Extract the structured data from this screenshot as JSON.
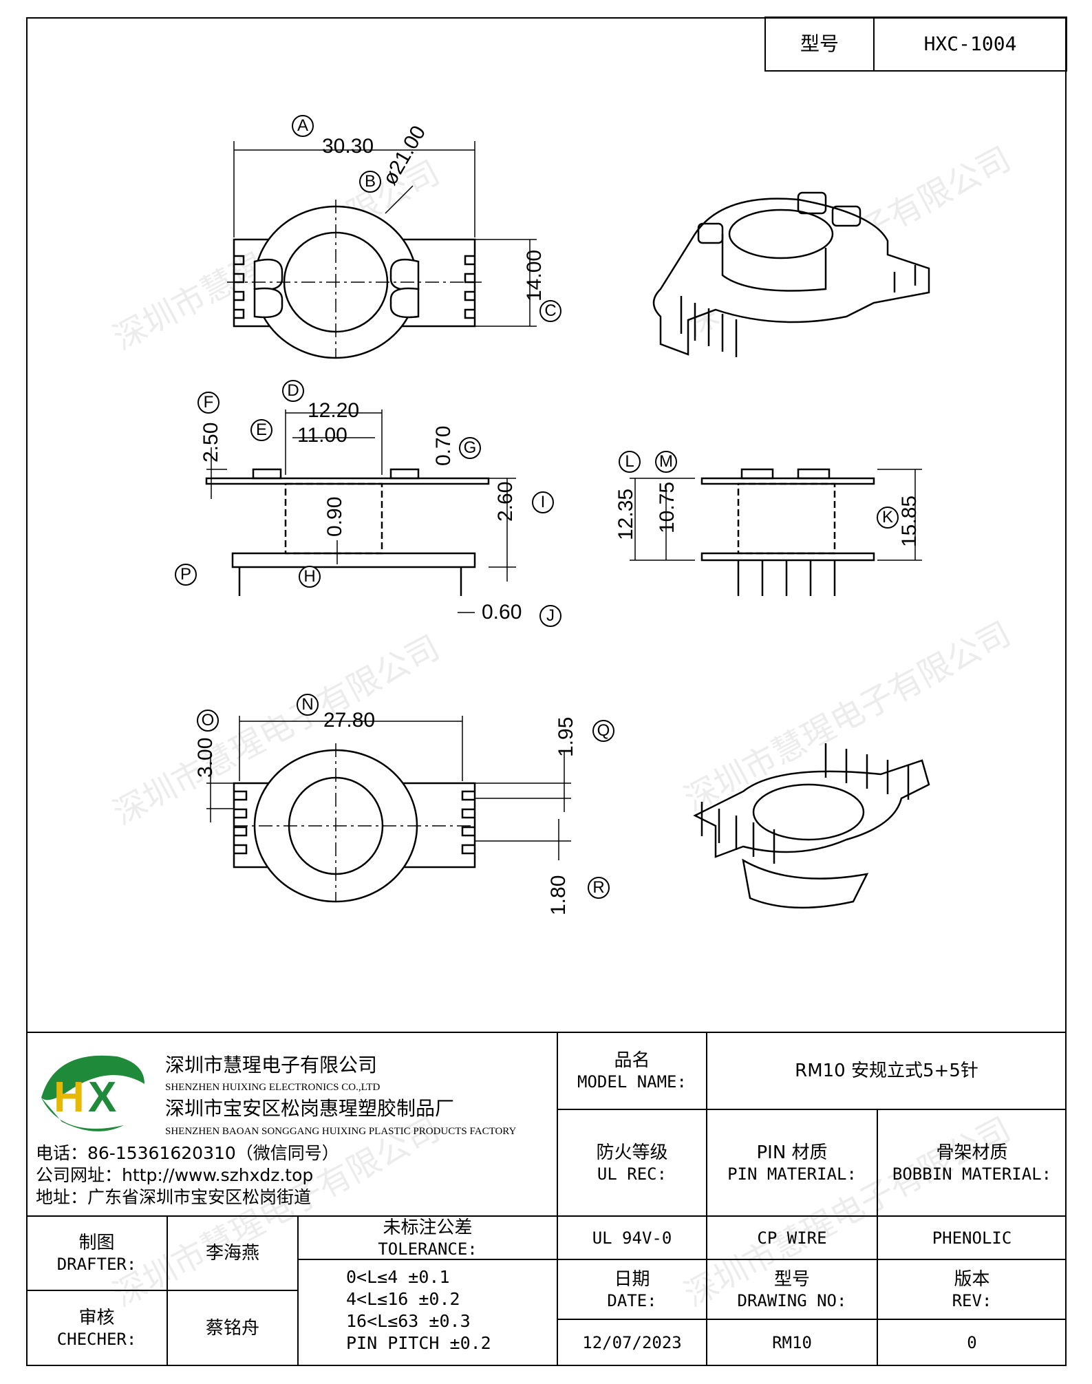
{
  "header": {
    "model_label": "型号",
    "model_value": "HXC-1004"
  },
  "dimensions": {
    "A": "30.30",
    "B": "ø21.00",
    "C": "14.00",
    "D": "12.20",
    "E": "11.00",
    "F": "2.50",
    "G": "0.70",
    "H": "0.90",
    "I": "2.60",
    "J": "0.60",
    "K": "15.85",
    "L": "12.35",
    "M": "10.75",
    "N": "27.80",
    "O": "3.00",
    "Q": "1.95",
    "R": "1.80"
  },
  "markers": {
    "A": "A",
    "B": "B",
    "C": "C",
    "D": "D",
    "E": "E",
    "F": "F",
    "G": "G",
    "H": "H",
    "I": "I",
    "J": "J",
    "K": "K",
    "L": "L",
    "M": "M",
    "N": "N",
    "O": "O",
    "P": "P",
    "Q": "Q",
    "R": "R"
  },
  "watermark": "深圳市慧瑆电子有限公司",
  "company": {
    "logo_text": "HX",
    "name_cn": "深圳市慧瑆电子有限公司",
    "name_en": "SHENZHEN HUIXING ELECTRONICS CO.,LTD",
    "factory_cn": "深圳市宝安区松岗惠瑆塑胶制品厂",
    "factory_en": "SHENZHEN BAOAN SONGGANG HUIXING PLASTIC PRODUCTS FACTORY",
    "phone": "电话：86-15361620310（微信同号）",
    "website": "公司网址：http://www.szhxdz.top",
    "address": "地址：广东省深圳市宝安区松岗街道"
  },
  "title_block": {
    "model_name_cn": "品名",
    "model_name_en": "MODEL NAME:",
    "model_name_value": "RM10 安规立式5+5针",
    "ul_cn": "防火等级",
    "ul_en": "UL REC:",
    "pin_cn": "PIN 材质",
    "pin_en": "PIN MATERIAL:",
    "bobbin_cn": "骨架材质",
    "bobbin_en": "BOBBIN MATERIAL:",
    "ul_value": "UL 94V-0",
    "pin_value": "CP WIRE",
    "bobbin_value": "PHENOLIC",
    "drafter_cn": "制图",
    "drafter_en": "DRAFTER:",
    "drafter_value": "李海燕",
    "checker_cn": "审核",
    "checker_en": "CHECHER:",
    "checker_value": "蔡铭舟",
    "tol_cn": "未标注公差",
    "tol_en": "TOLERANCE:",
    "tol_lines": [
      "0<L≤4  ±0.1",
      "4<L≤16 ±0.2",
      "16<L≤63 ±0.3",
      "PIN PITCH ±0.2"
    ],
    "date_cn": "日期",
    "date_en": "DATE:",
    "date_value": "12/07/2023",
    "drawing_cn": "型号",
    "drawing_en": "DRAWING NO:",
    "drawing_value": "RM10",
    "rev_cn": "版本",
    "rev_en": "REV:",
    "rev_value": "0"
  }
}
